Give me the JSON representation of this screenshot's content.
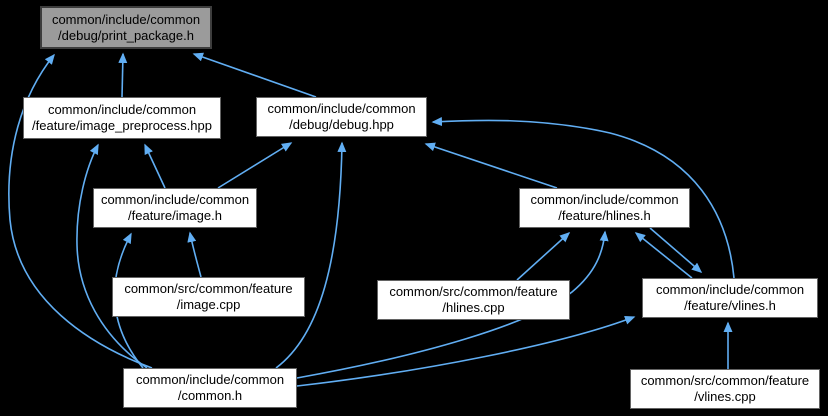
{
  "diagram": {
    "kind": "include-dependency-graph",
    "colors": {
      "background": "#000000",
      "edge": "#61aef3",
      "node_fill": "#ffffff",
      "node_border": "#636363",
      "root_fill": "#9b9b9b",
      "root_border": "#3d3d3d",
      "text": "#000000"
    },
    "nodes": [
      {
        "id": "print_package_h",
        "line1": "common/include/common",
        "line2": "/debug/print_package.h",
        "root": true
      },
      {
        "id": "image_preprocess_hpp",
        "line1": "common/include/common",
        "line2": "/feature/image_preprocess.hpp",
        "root": false
      },
      {
        "id": "debug_hpp",
        "line1": "common/include/common",
        "line2": "/debug/debug.hpp",
        "root": false
      },
      {
        "id": "image_h",
        "line1": "common/include/common",
        "line2": "/feature/image.h",
        "root": false
      },
      {
        "id": "hlines_h",
        "line1": "common/include/common",
        "line2": "/feature/hlines.h",
        "root": false
      },
      {
        "id": "image_cpp",
        "line1": "common/src/common/feature",
        "line2": "/image.cpp",
        "root": false
      },
      {
        "id": "hlines_cpp",
        "line1": "common/src/common/feature",
        "line2": "/hlines.cpp",
        "root": false
      },
      {
        "id": "vlines_h",
        "line1": "common/include/common",
        "line2": "/feature/vlines.h",
        "root": false
      },
      {
        "id": "common_h",
        "line1": "common/include/common",
        "line2": "/common.h",
        "root": false
      },
      {
        "id": "vlines_cpp",
        "line1": "common/src/common/feature",
        "line2": "/vlines.cpp",
        "root": false
      }
    ],
    "edges": [
      {
        "from": "common_h",
        "to": "print_package_h"
      },
      {
        "from": "image_preprocess_hpp",
        "to": "print_package_h"
      },
      {
        "from": "debug_hpp",
        "to": "print_package_h"
      },
      {
        "from": "image_h",
        "to": "image_preprocess_hpp"
      },
      {
        "from": "common_h",
        "to": "image_preprocess_hpp"
      },
      {
        "from": "image_h",
        "to": "debug_hpp"
      },
      {
        "from": "common_h",
        "to": "debug_hpp"
      },
      {
        "from": "hlines_h",
        "to": "debug_hpp"
      },
      {
        "from": "vlines_h",
        "to": "debug_hpp"
      },
      {
        "from": "image_cpp",
        "to": "image_h"
      },
      {
        "from": "common_h",
        "to": "image_h"
      },
      {
        "from": "hlines_cpp",
        "to": "hlines_h"
      },
      {
        "from": "common_h",
        "to": "hlines_h"
      },
      {
        "from": "vlines_h",
        "to": "hlines_h"
      },
      {
        "from": "hlines_h",
        "to": "vlines_h"
      },
      {
        "from": "common_h",
        "to": "vlines_h"
      },
      {
        "from": "vlines_cpp",
        "to": "vlines_h"
      }
    ]
  }
}
